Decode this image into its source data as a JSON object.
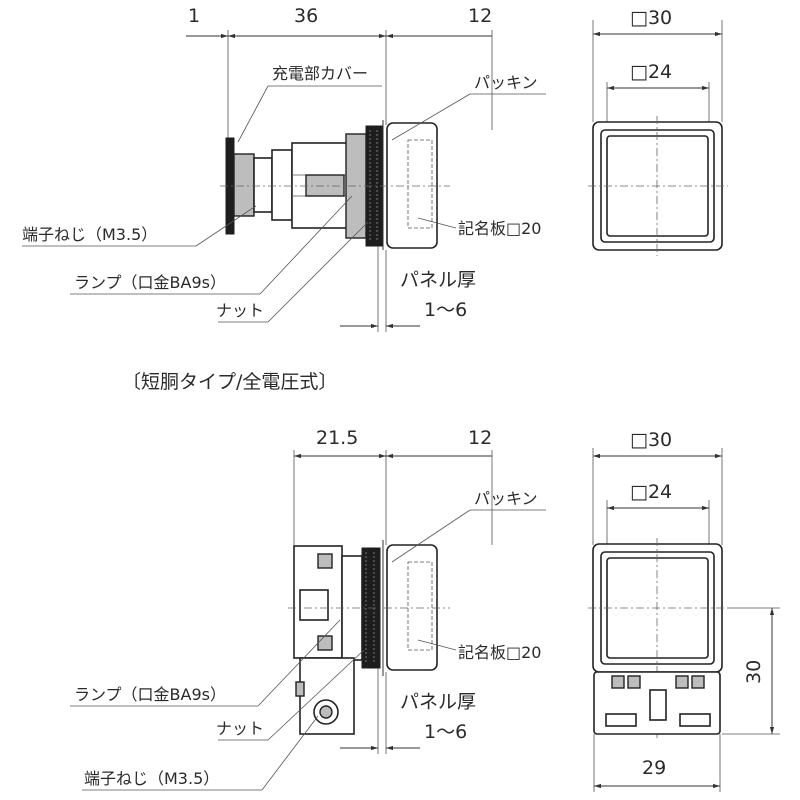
{
  "top_view": {
    "dims": {
      "d1": "1",
      "d36": "36",
      "d12": "12",
      "sq30": "□30",
      "sq24": "□24"
    },
    "labels": {
      "cover": "充電部カバー",
      "packing": "パッキン",
      "terminal_screw": "端子ねじ（M3.5）",
      "nameplate": "記名板□20",
      "lamp": "ランプ（口金BA9s）",
      "panel_thickness": "パネル厚",
      "panel_range": "1～6",
      "nut": "ナット"
    }
  },
  "caption": "〔短胴タイプ/全電圧式〕",
  "bottom_view": {
    "dims": {
      "d215": "21.5",
      "d12": "12",
      "sq30": "□30",
      "sq24": "□24",
      "h30": "30",
      "w29": "29"
    },
    "labels": {
      "packing": "パッキン",
      "nameplate": "記名板□20",
      "lamp": "ランプ（口金BA9s）",
      "panel_thickness": "パネル厚",
      "panel_range": "1～6",
      "nut": "ナット",
      "terminal_screw": "端子ねじ（M3.5）"
    }
  }
}
